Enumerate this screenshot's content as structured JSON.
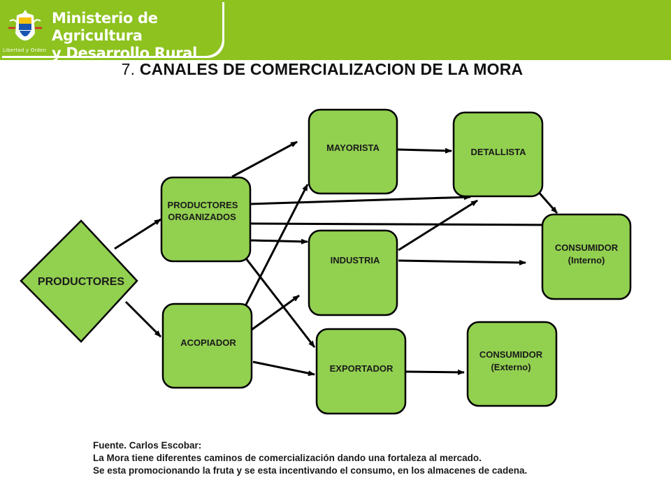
{
  "header": {
    "ministry_line1": "Ministerio de Agricultura",
    "ministry_line2": "y Desarrollo Rural",
    "crest_motto": "Libertad y Orden",
    "brand_color": "#8dc21f"
  },
  "title": {
    "number": "7.",
    "text": "CANALES DE COMERCIALIZACION  DE LA MORA"
  },
  "diagram": {
    "node_fill": "#92d050",
    "node_stroke": "#000000",
    "nodes": {
      "productores": "PRODUCTORES",
      "productores_organizados_1": "PRODUCTORES",
      "productores_organizados_2": "ORGANIZADOS",
      "acopiador": "ACOPIADOR",
      "mayorista": "MAYORISTA",
      "industria": "INDUSTRIA",
      "exportador": "EXPORTADOR",
      "detallista": "DETALLISTA",
      "consumidor_interno_1": "CONSUMIDOR",
      "consumidor_interno_2": "(Interno)",
      "consumidor_externo_1": "CONSUMIDOR",
      "consumidor_externo_2": "(Externo)"
    }
  },
  "footer": {
    "line1": "Fuente. Carlos Escobar:",
    "line2": "La Mora tiene diferentes caminos de comercialización dando  una fortaleza al mercado.",
    "line3": "Se esta promocionando la  fruta y se esta incentivando el consumo, en los almacenes de cadena."
  }
}
